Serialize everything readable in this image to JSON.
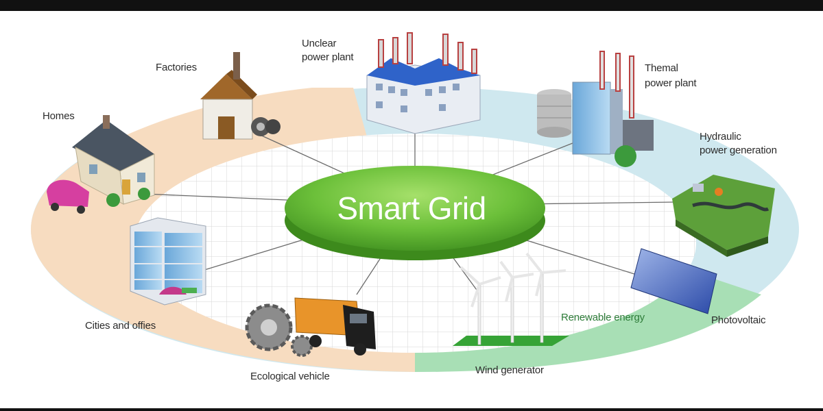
{
  "title": "Smart Grid",
  "nodes": {
    "nuclear": "Unclear",
    "nuclear_line2": "power plant",
    "thermal": "Themal",
    "thermal_line2": "power plant",
    "hydraulic": "Hydraulic",
    "hydraulic_line2": "power generation",
    "photovoltaic": "Photovoltaic",
    "renewable": "Renewable energy",
    "wind": "Wind generator",
    "vehicle": "Ecological vehicle",
    "cities": "Cities and offies",
    "homes": "Homes",
    "factories": "Factories"
  },
  "colors": {
    "hub_green": "#6cc03a",
    "ring_peach": "#f7dcc0",
    "ring_blue": "#cfe8ef",
    "ring_green": "#a8dfb5",
    "grid_line": "#d9d9d9",
    "frame": "#111111"
  },
  "icons": [
    "nuclear-plant-icon",
    "thermal-plant-icon",
    "hydro-icon",
    "solar-panel-icon",
    "wind-turbine-icon",
    "truck-icon",
    "office-building-icon",
    "house-icon",
    "factory-icon"
  ]
}
